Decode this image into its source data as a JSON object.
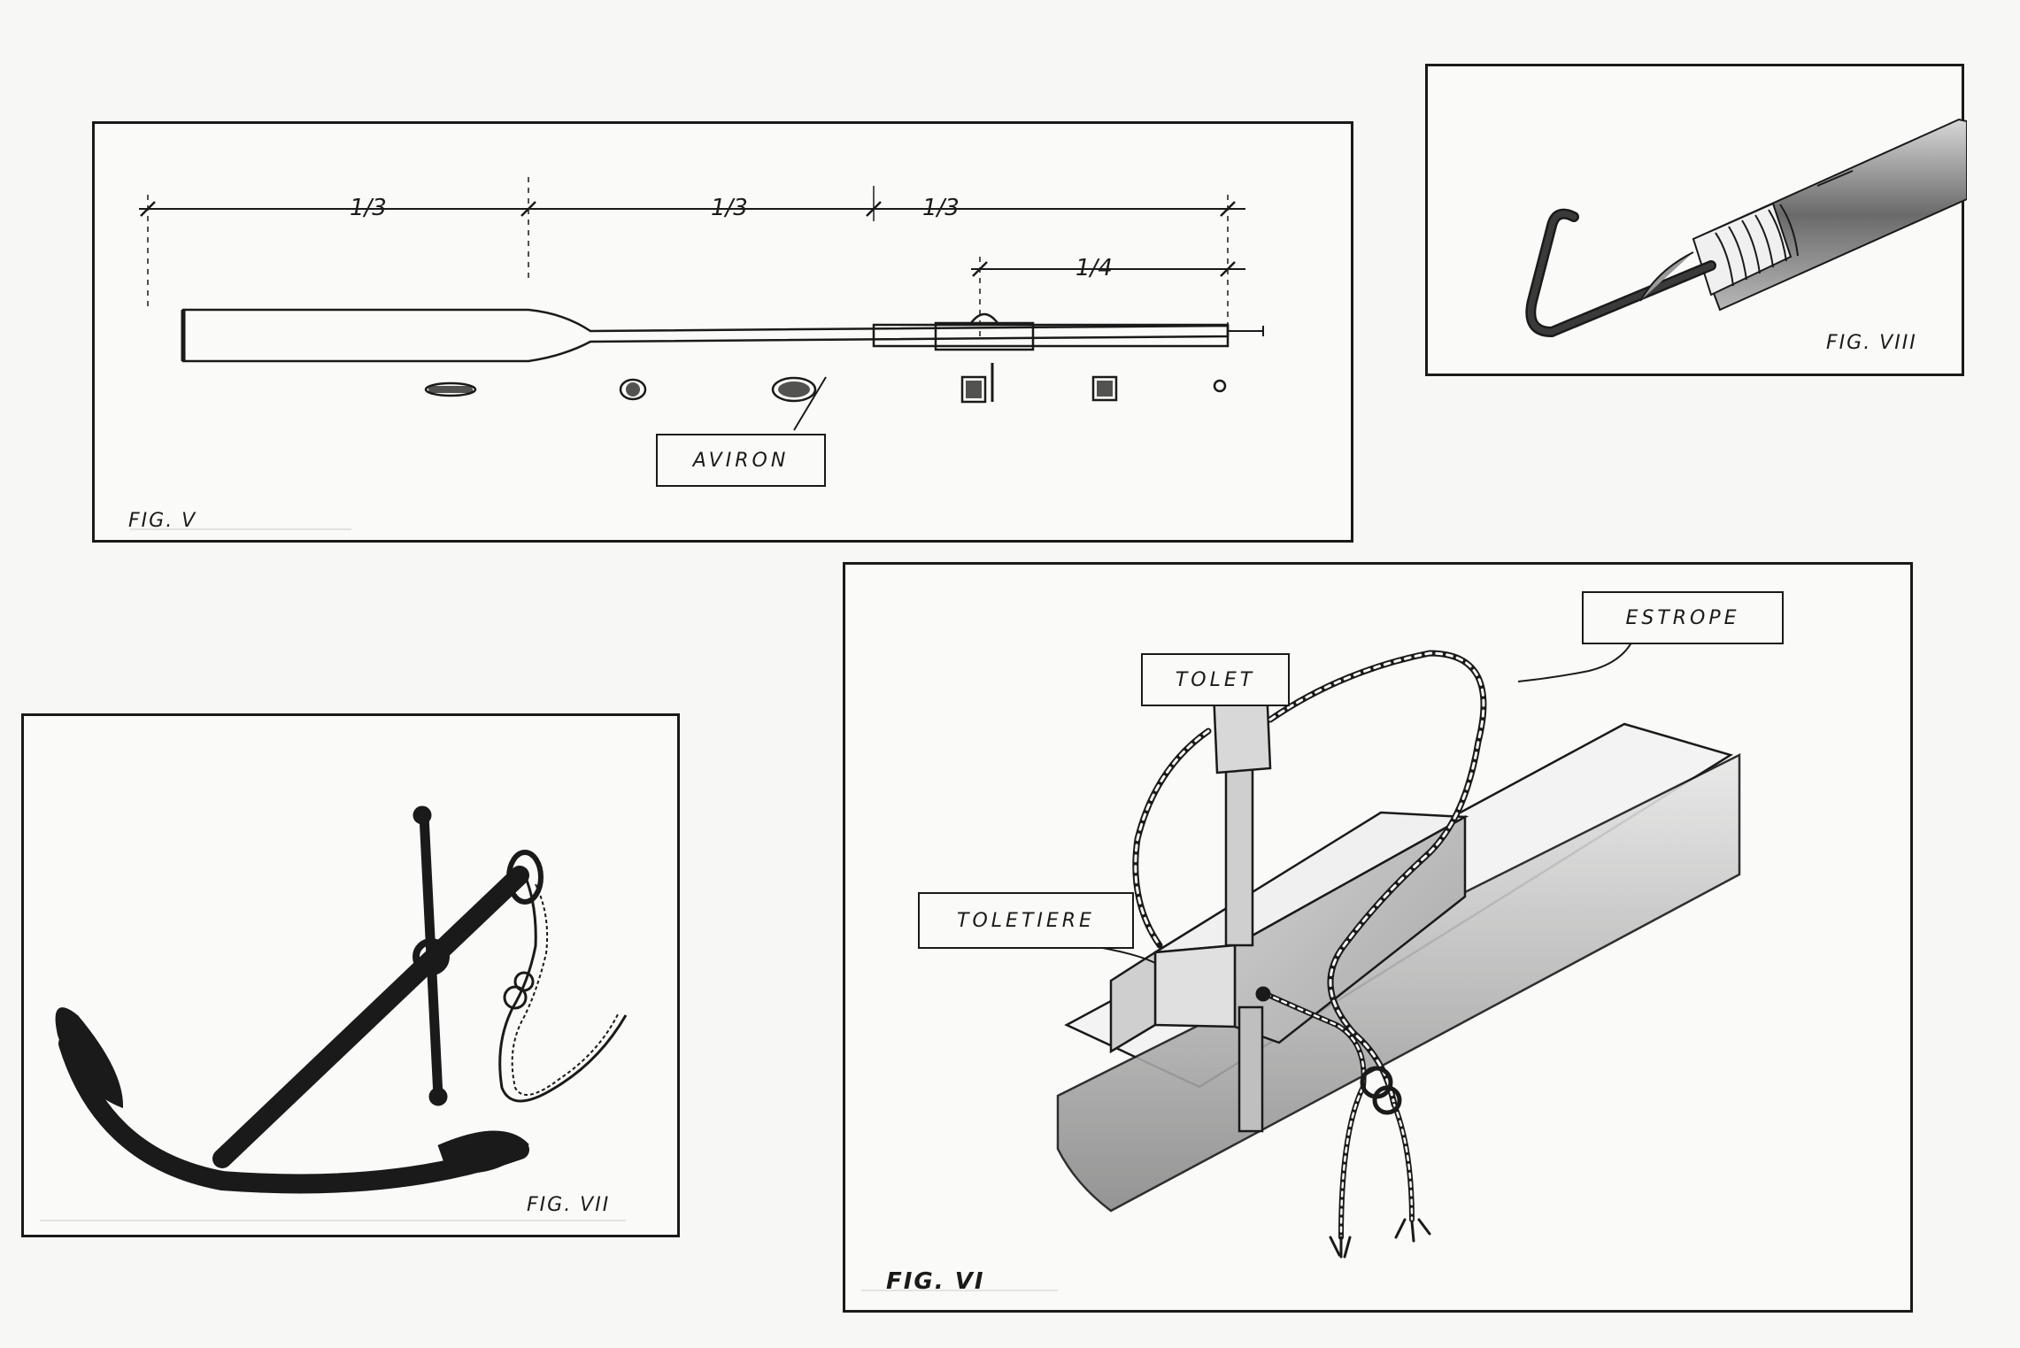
{
  "figures": {
    "fig5": {
      "label": "FIG. V",
      "callout": "AVIRON",
      "dimensions": [
        "1/3",
        "1/3",
        "1/3",
        "1/4"
      ]
    },
    "fig8": {
      "label": "FIG. VIII"
    },
    "fig7": {
      "label": "FIG. VII"
    },
    "fig6": {
      "label": "FIG. VI",
      "callouts": {
        "tolet": "TOLET",
        "estrope": "ESTROPE",
        "toletiere": "TOLETIERE"
      }
    }
  },
  "colors": {
    "ink": "#1a1a1a",
    "paper": "#fafaf8",
    "shade": "#9a9a9a"
  }
}
